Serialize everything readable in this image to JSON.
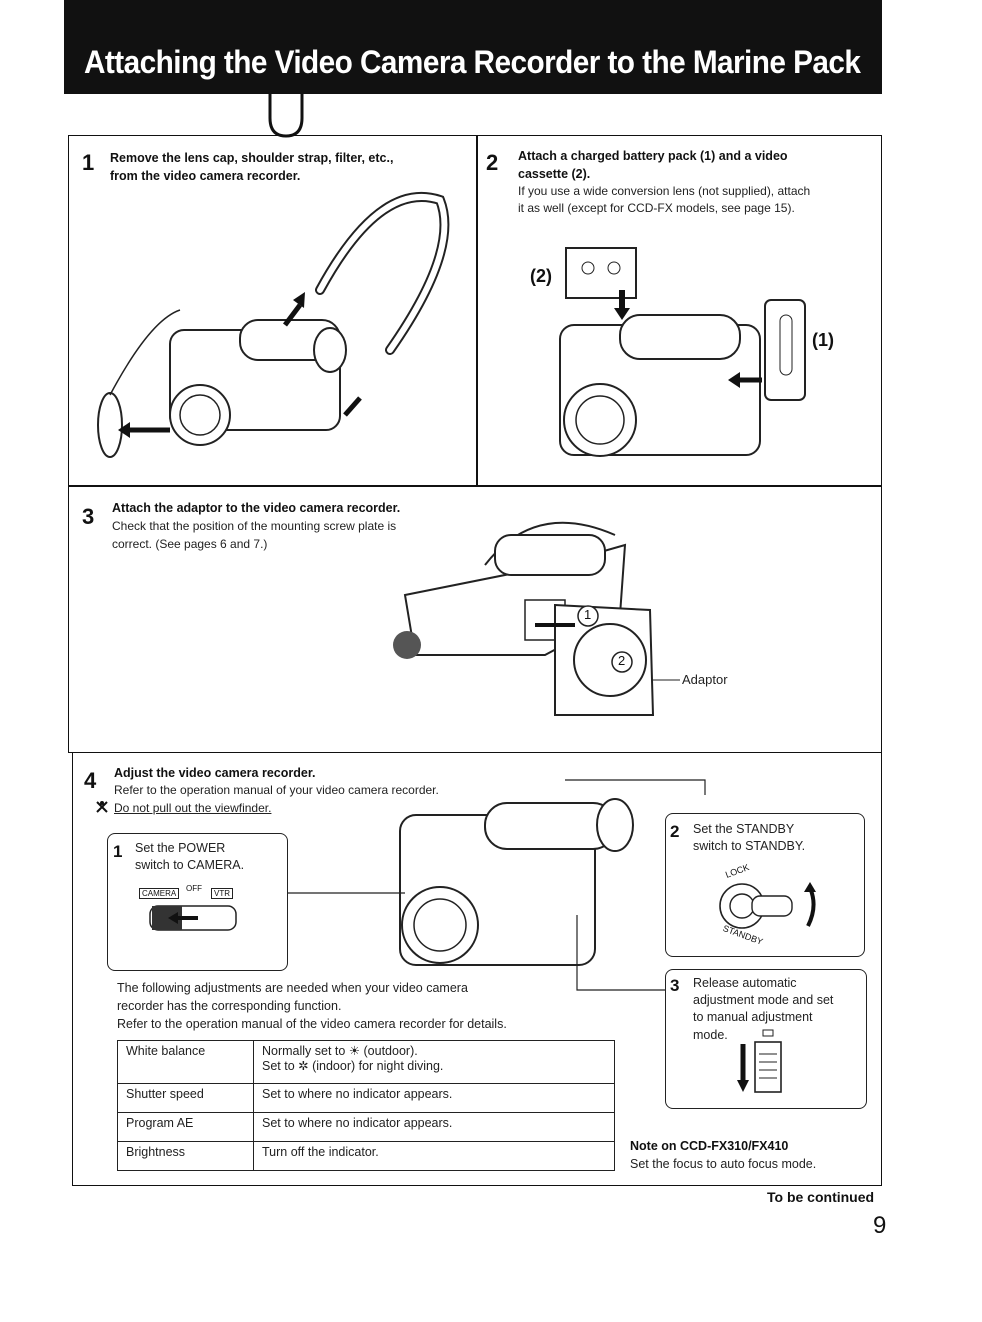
{
  "header": {
    "title": "Attaching the Video Camera Recorder to the Marine Pack"
  },
  "steps": {
    "s1": {
      "num": "1",
      "title_l1": "Remove the lens cap, shoulder strap, filter, etc.,",
      "title_l2": "from the video camera recorder."
    },
    "s2": {
      "num": "2",
      "title_l1": "Attach a charged battery pack (1) and a video",
      "title_l2": "cassette (2).",
      "text_l1": "If you use a wide conversion lens (not supplied), attach",
      "text_l2": "it as well (except for CCD-FX models, see page 15).",
      "label_1": "(1)",
      "label_2": "(2)"
    },
    "s3": {
      "num": "3",
      "title": "Attach the adaptor to the video camera recorder.",
      "text_l1": "Check that the position of the mounting screw plate is",
      "text_l2": "correct. (See pages 6 and 7.)",
      "adaptor_label": "Adaptor",
      "circle_1": "1",
      "circle_2": "2"
    },
    "s4": {
      "num": "4",
      "title": "Adjust the video camera recorder.",
      "text": "Refer to the operation manual of your video camera recorder.",
      "warning": "Do not pull out the viewfinder.",
      "sub1": {
        "num": "1",
        "l1": "Set the POWER",
        "l2": "switch to CAMERA.",
        "camera": "CAMERA",
        "off": "OFF",
        "vtr": "VTR"
      },
      "sub2": {
        "num": "2",
        "l1": "Set the STANDBY",
        "l2": "switch to STANDBY.",
        "lock": "LOCK",
        "standby": "STANDBY"
      },
      "sub3": {
        "num": "3",
        "l1": "Release automatic",
        "l2": "adjustment mode and set",
        "l3": "to manual adjustment",
        "l4": "mode."
      },
      "para_l1": "The following adjustments are needed when your video camera",
      "para_l2": "recorder has the corresponding function.",
      "para_l3": "Refer to the operation manual of the video camera recorder for details.",
      "table": [
        {
          "name": "White balance",
          "value_l1": "Normally set to ☀ (outdoor).",
          "value_l2": "Set to ✲ (indoor) for night diving."
        },
        {
          "name": "Shutter speed",
          "value_l1": "Set to where no indicator appears.",
          "value_l2": ""
        },
        {
          "name": "Program AE",
          "value_l1": "Set to where no indicator appears.",
          "value_l2": ""
        },
        {
          "name": "Brightness",
          "value_l1": "Turn off the indicator.",
          "value_l2": ""
        }
      ],
      "note_title": "Note on CCD-FX310/FX410",
      "note_text": "Set the focus to auto focus mode."
    }
  },
  "footer": {
    "continued": "To be continued",
    "page_number": "9"
  }
}
